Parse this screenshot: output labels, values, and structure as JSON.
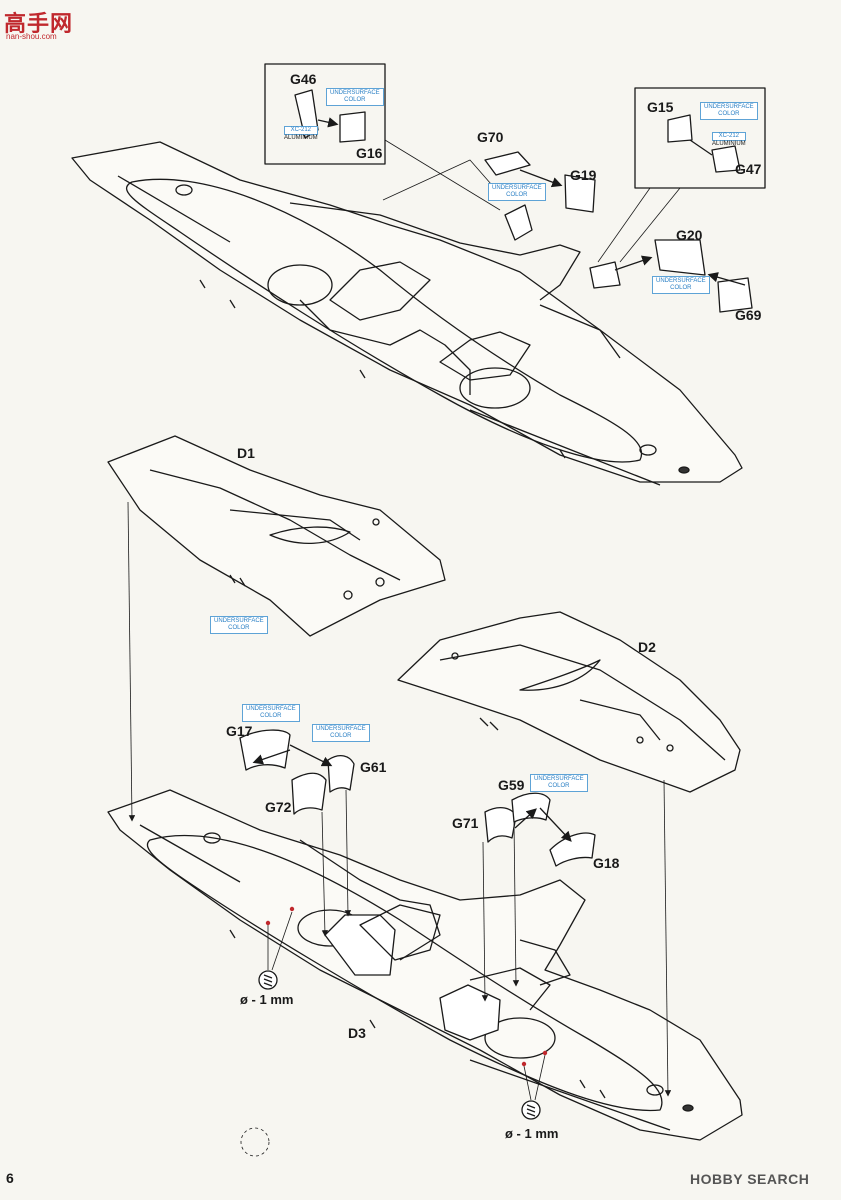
{
  "watermark_top": {
    "main": "高手网",
    "sub": "nan-shou.com"
  },
  "watermark_bottom": "HOBBY SEARCH",
  "page_number": "6",
  "parts": {
    "G46": "G46",
    "G16": "G16",
    "G70": "G70",
    "G19": "G19",
    "G15": "G15",
    "G47": "G47",
    "G20": "G20",
    "G69": "G69",
    "D1": "D1",
    "D2": "D2",
    "D3": "D3",
    "G17": "G17",
    "G61": "G61",
    "G72": "G72",
    "G59": "G59",
    "G71": "G71",
    "G18": "G18"
  },
  "color_note": {
    "line1": "UNDERSURFACE",
    "line2": "COLOR"
  },
  "aluminium_note": {
    "code": "XC-212",
    "name": "ALUMINIUM"
  },
  "drill_note": "ø - 1 mm",
  "colors": {
    "ink": "#1a1a1a",
    "callout_blue": "#2a7fc4",
    "drill_red": "#c0282d"
  }
}
